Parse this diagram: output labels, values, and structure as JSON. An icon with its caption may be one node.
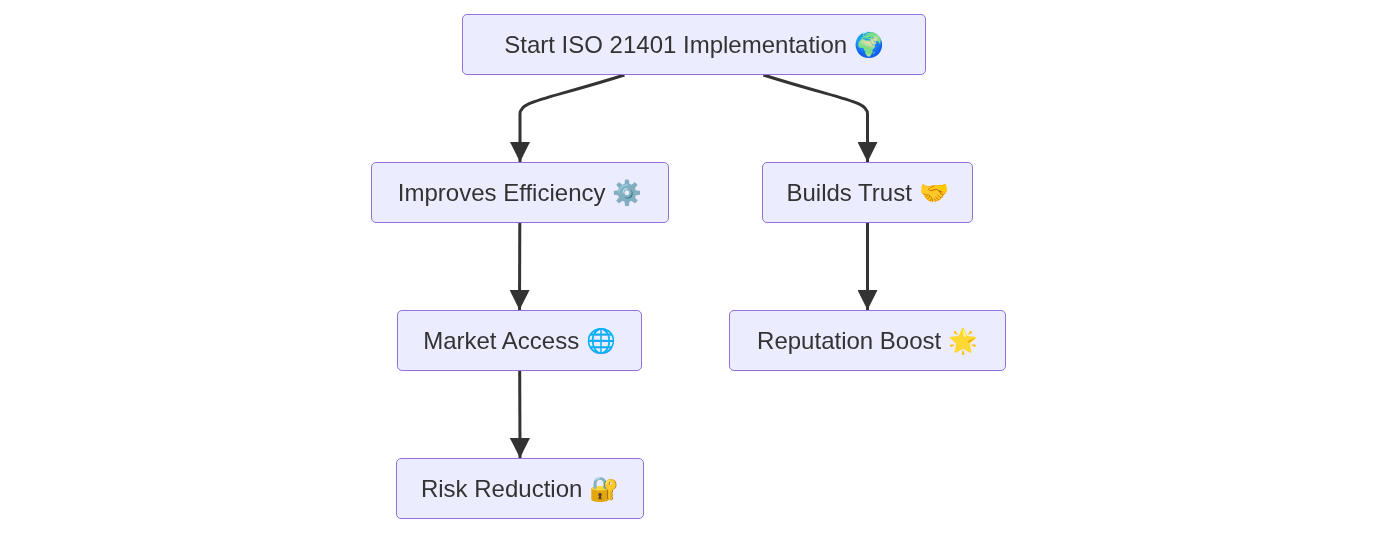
{
  "diagram": {
    "nodes": [
      {
        "text": [
          "Start ISO 21401 Implementation 🌍"
        ]
      },
      {
        "text": [
          "Improves Efficiency ⚙️"
        ]
      },
      {
        "text": [
          "Builds Trust 🤝"
        ]
      },
      {
        "text": [
          "Market Access 🌐"
        ]
      },
      {
        "text": [
          "Reputation Boost 🌟"
        ]
      },
      {
        "text": [
          "Risk Reduction 🔐"
        ]
      }
    ],
    "edges": [
      {
        "from": 0,
        "to": 1,
        "arrow": "to"
      },
      {
        "from": 0,
        "to": 2,
        "arrow": "to"
      },
      {
        "from": 1,
        "to": 3,
        "arrow": "to"
      },
      {
        "from": 2,
        "to": 4,
        "arrow": "to"
      },
      {
        "from": 3,
        "to": 5,
        "arrow": "to"
      }
    ]
  }
}
